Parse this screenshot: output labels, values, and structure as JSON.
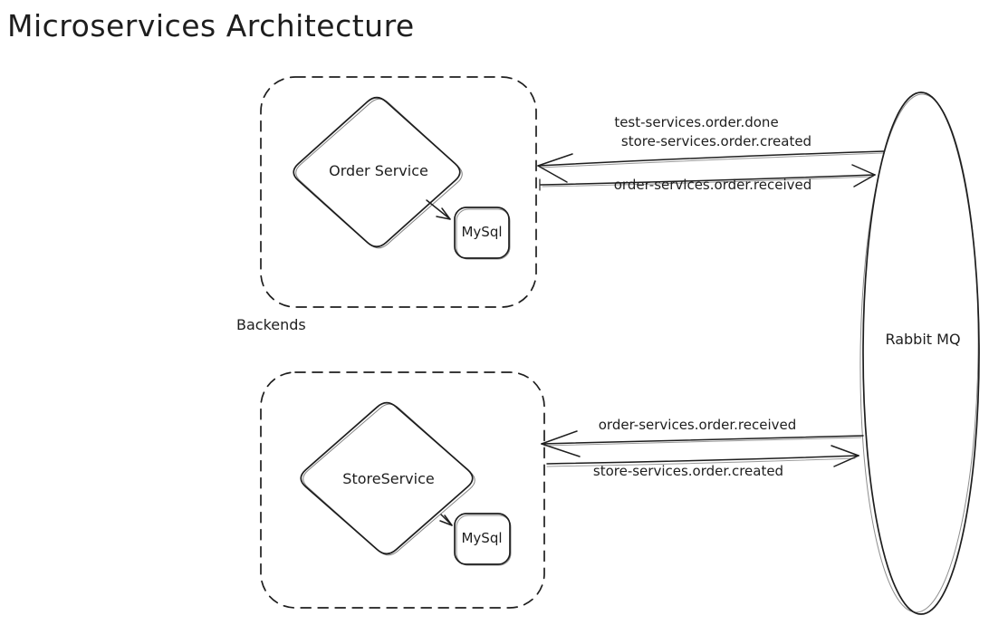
{
  "title": "Microservices Architecture",
  "colors": {
    "stroke": "#1e1e1e",
    "background": "#ffffff"
  },
  "groups": {
    "backends_label": "Backends",
    "order": {
      "service_label": "Order Service",
      "database_label": "MySql"
    },
    "store": {
      "service_label": "StoreService",
      "database_label": "MySql"
    }
  },
  "broker": {
    "label": "Rabbit MQ"
  },
  "messages": {
    "order_in_line1": "test-services.order.done",
    "order_in_line2": "store-services.order.created",
    "order_out": "order-services.order.received",
    "store_in": "order-services.order.received",
    "store_out": "store-services.order.created"
  }
}
